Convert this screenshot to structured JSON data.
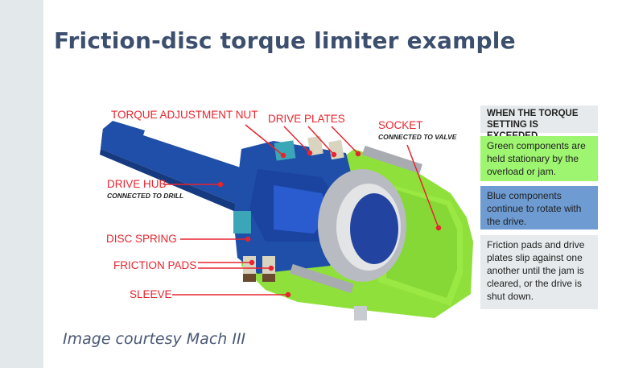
{
  "slide": {
    "title": "Friction-disc torque limiter example",
    "credit": "Image courtesy Mach III"
  },
  "diagram": {
    "labels": {
      "torque_adjustment_nut": "TORQUE ADJUSTMENT NUT",
      "drive_plates": "DRIVE PLATES",
      "socket": "SOCKET",
      "socket_sub": "CONNECTED TO VALVE",
      "drive_hub": "DRIVE HUB",
      "drive_hub_sub": "CONNECTED TO DRILL",
      "disc_spring": "DISC SPRING",
      "friction_pads": "FRICTION PADS",
      "sleeve": "SLEEVE"
    },
    "colors": {
      "label_red": "#e8242e",
      "blue_components": "#1f4fa8",
      "green_components": "#8fe03a",
      "teal_nut": "#3aa6b8",
      "friction_pad": "#d8d4c0",
      "bearing_silver": "#c0c4c8"
    }
  },
  "legend": {
    "header": "WHEN  THE TORQUE SETTING IS EXCEEDED",
    "green": "Green components are held stationary by the overload or jam.",
    "blue": "Blue components continue to rotate with the drive.",
    "gray": "Friction pads and drive plates slip against one another until the jam is cleared, or the drive is shut down."
  }
}
